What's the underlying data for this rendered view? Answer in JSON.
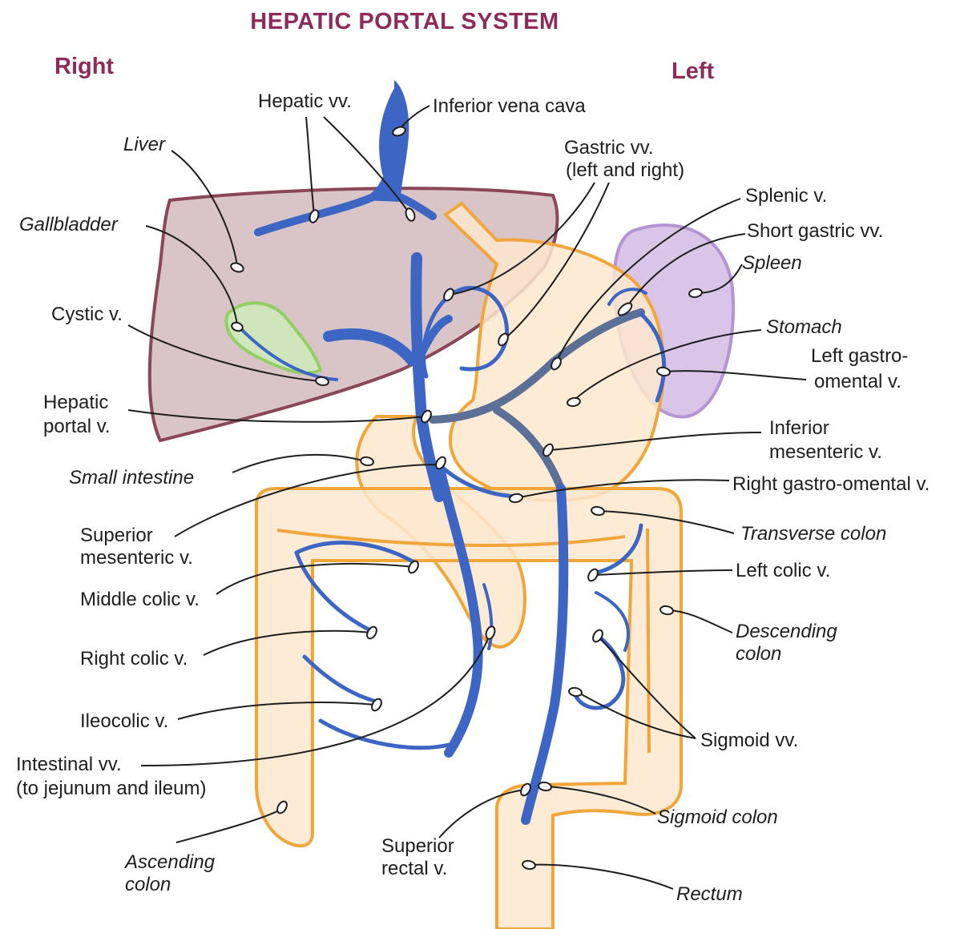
{
  "title": "HEPATIC PORTAL SYSTEM",
  "sides": {
    "right": "Right",
    "left": "Left"
  },
  "colors": {
    "title": "#8e2b5a",
    "vein": "#3d66c4",
    "portal_tributary": "#5c6f96",
    "liver_fill": "#d9c4c7",
    "liver_outline": "#8a4757",
    "gallbladder": "#8fcf64",
    "spleen": "#d9c5e8",
    "gi_tract_fill": "#fde8cf",
    "gi_tract_outline": "#f0a63a"
  },
  "labels": {
    "hepatic_vv": "Hepatic vv.",
    "inferior_vena_cava": "Inferior vena cava",
    "liver": "Liver",
    "gastric_vv_1": "Gastric vv.",
    "gastric_vv_2": "(left and right)",
    "gallbladder": "Gallbladder",
    "splenic_v": "Splenic v.",
    "short_gastric_vv": "Short gastric vv.",
    "spleen": "Spleen",
    "cystic_v": "Cystic v.",
    "stomach": "Stomach",
    "left_gastro_1": "Left gastro-",
    "left_gastro_2": "omental v.",
    "hepatic_portal_1": "Hepatic",
    "hepatic_portal_2": "portal v.",
    "inferior_mesenteric_1": "Inferior",
    "inferior_mesenteric_2": "mesenteric v.",
    "small_intestine": "Small intestine",
    "right_gastro_omental_v": "Right gastro-omental v.",
    "superior_mesenteric_1": "Superior",
    "superior_mesenteric_2": "mesenteric v.",
    "transverse_colon": "Transverse colon",
    "middle_colic_v": "Middle colic v.",
    "left_colic_v": "Left colic v.",
    "descending_colon_1": "Descending",
    "descending_colon_2": "colon",
    "right_colic_v": "Right colic v.",
    "ileocolic_v": "Ileocolic v.",
    "sigmoid_vv": "Sigmoid vv.",
    "intestinal_vv_1": "Intestinal vv.",
    "intestinal_vv_2": "(to jejunum and ileum)",
    "sigmoid_colon": "Sigmoid colon",
    "superior_rectal_1": "Superior",
    "superior_rectal_2": "rectal v.",
    "ascending_colon_1": "Ascending",
    "ascending_colon_2": "colon",
    "rectum": "Rectum"
  }
}
